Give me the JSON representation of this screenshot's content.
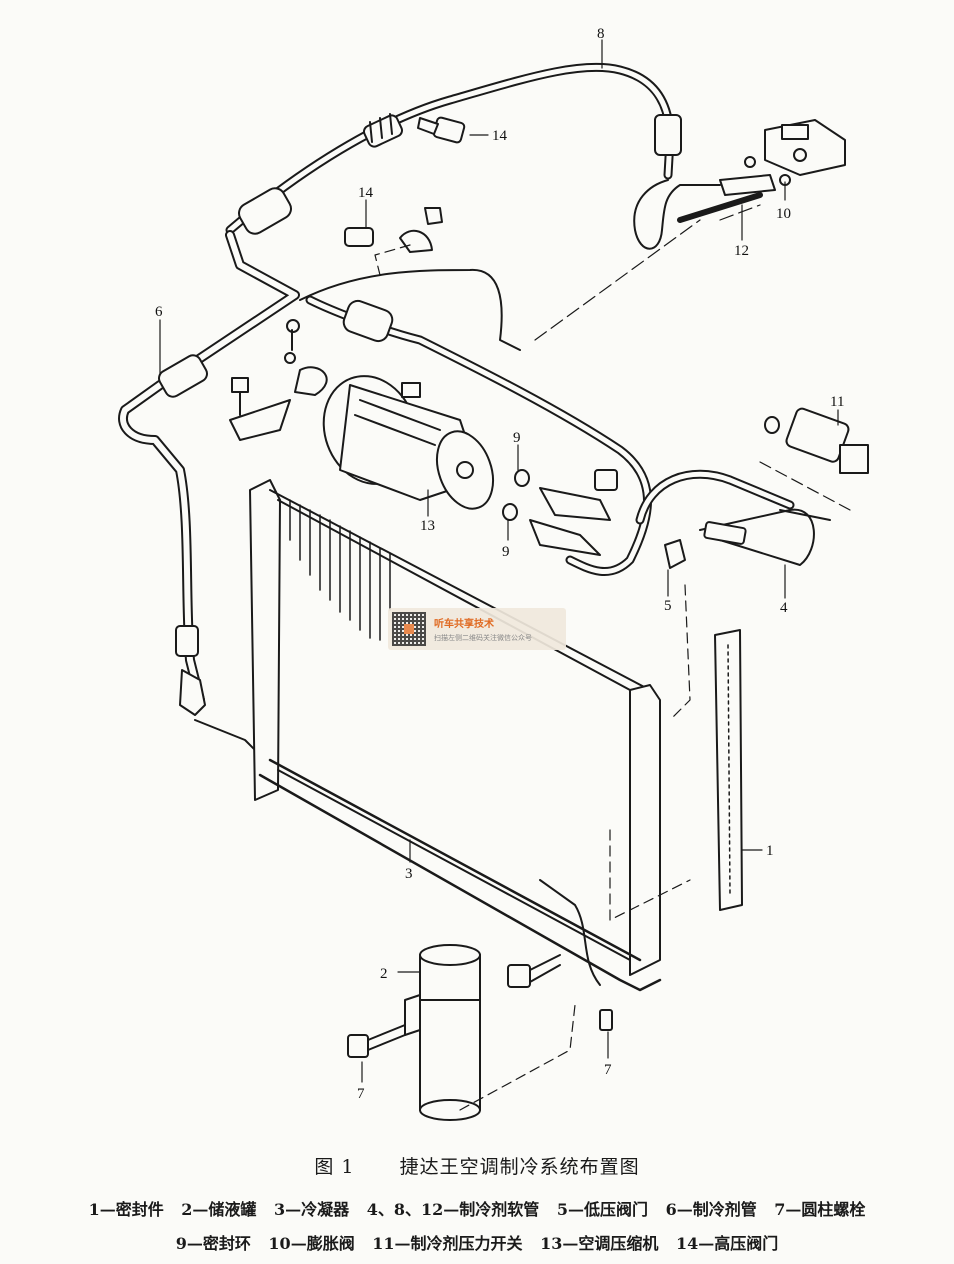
{
  "figure": {
    "number": "图 1",
    "title": "捷达王空调制冷系统布置图"
  },
  "callouts": [
    "8",
    "14",
    "14",
    "6",
    "10",
    "12",
    "11",
    "9",
    "9",
    "13",
    "5",
    "4",
    "1",
    "3",
    "2",
    "7",
    "7"
  ],
  "legend": {
    "line1": [
      "1—密封件",
      "2—储液罐",
      "3—冷凝器",
      "4、8、12—制冷剂软管",
      "5—低压阀门",
      "6—制冷剂管",
      "7—圆柱螺栓"
    ],
    "line2": [
      "9—密封环",
      "10—膨胀阀",
      "11—制冷剂压力开关",
      "13—空调压缩机",
      "14—高压阀门"
    ]
  },
  "watermark": {
    "title": "听车共享技术",
    "subtitle": "扫描左侧二维码关注微信公众号",
    "icon": "qr-code-icon"
  },
  "colors": {
    "ink": "#1a1a1a",
    "paper": "#fbfbf8",
    "watermark_accent": "#e06a22"
  }
}
